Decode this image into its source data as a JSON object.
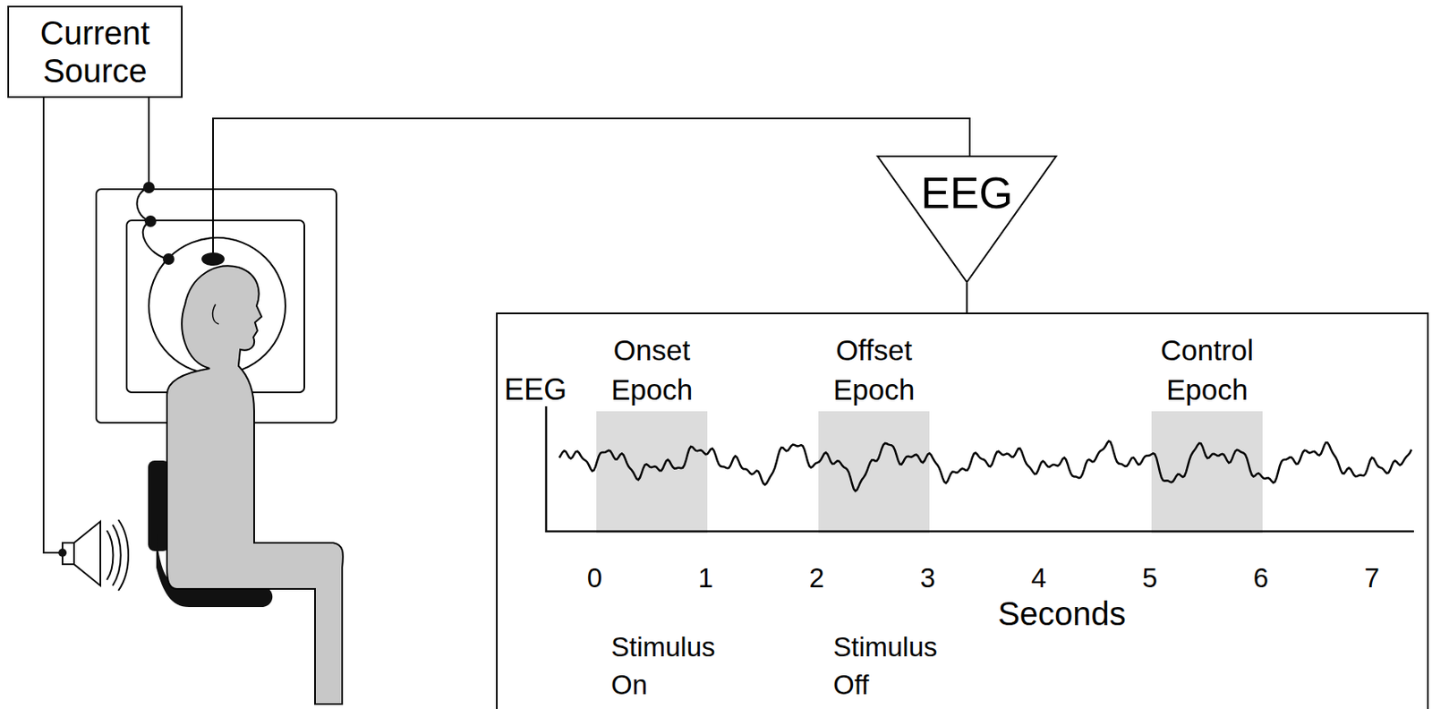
{
  "diagram": {
    "nodes": [
      {
        "text": [
          "Current Source"
        ]
      },
      {
        "text": [
          "EEG"
        ]
      },
      {
        "text": [
          "EEG",
          "Seconds"
        ]
      },
      {
        "text": [
          "Onset Epoch"
        ],
        "in": 2
      },
      {
        "text": [
          "Offset Epoch"
        ],
        "in": 2
      },
      {
        "text": [
          "Control Epoch"
        ],
        "in": 2
      }
    ],
    "edges": [
      {
        "from": 1,
        "to": 2,
        "arrow": "none"
      }
    ],
    "labels": [
      "0",
      "1",
      "2",
      "3",
      "4",
      "5",
      "6",
      "7",
      "Stimulus On",
      "Stimulus Off"
    ]
  }
}
